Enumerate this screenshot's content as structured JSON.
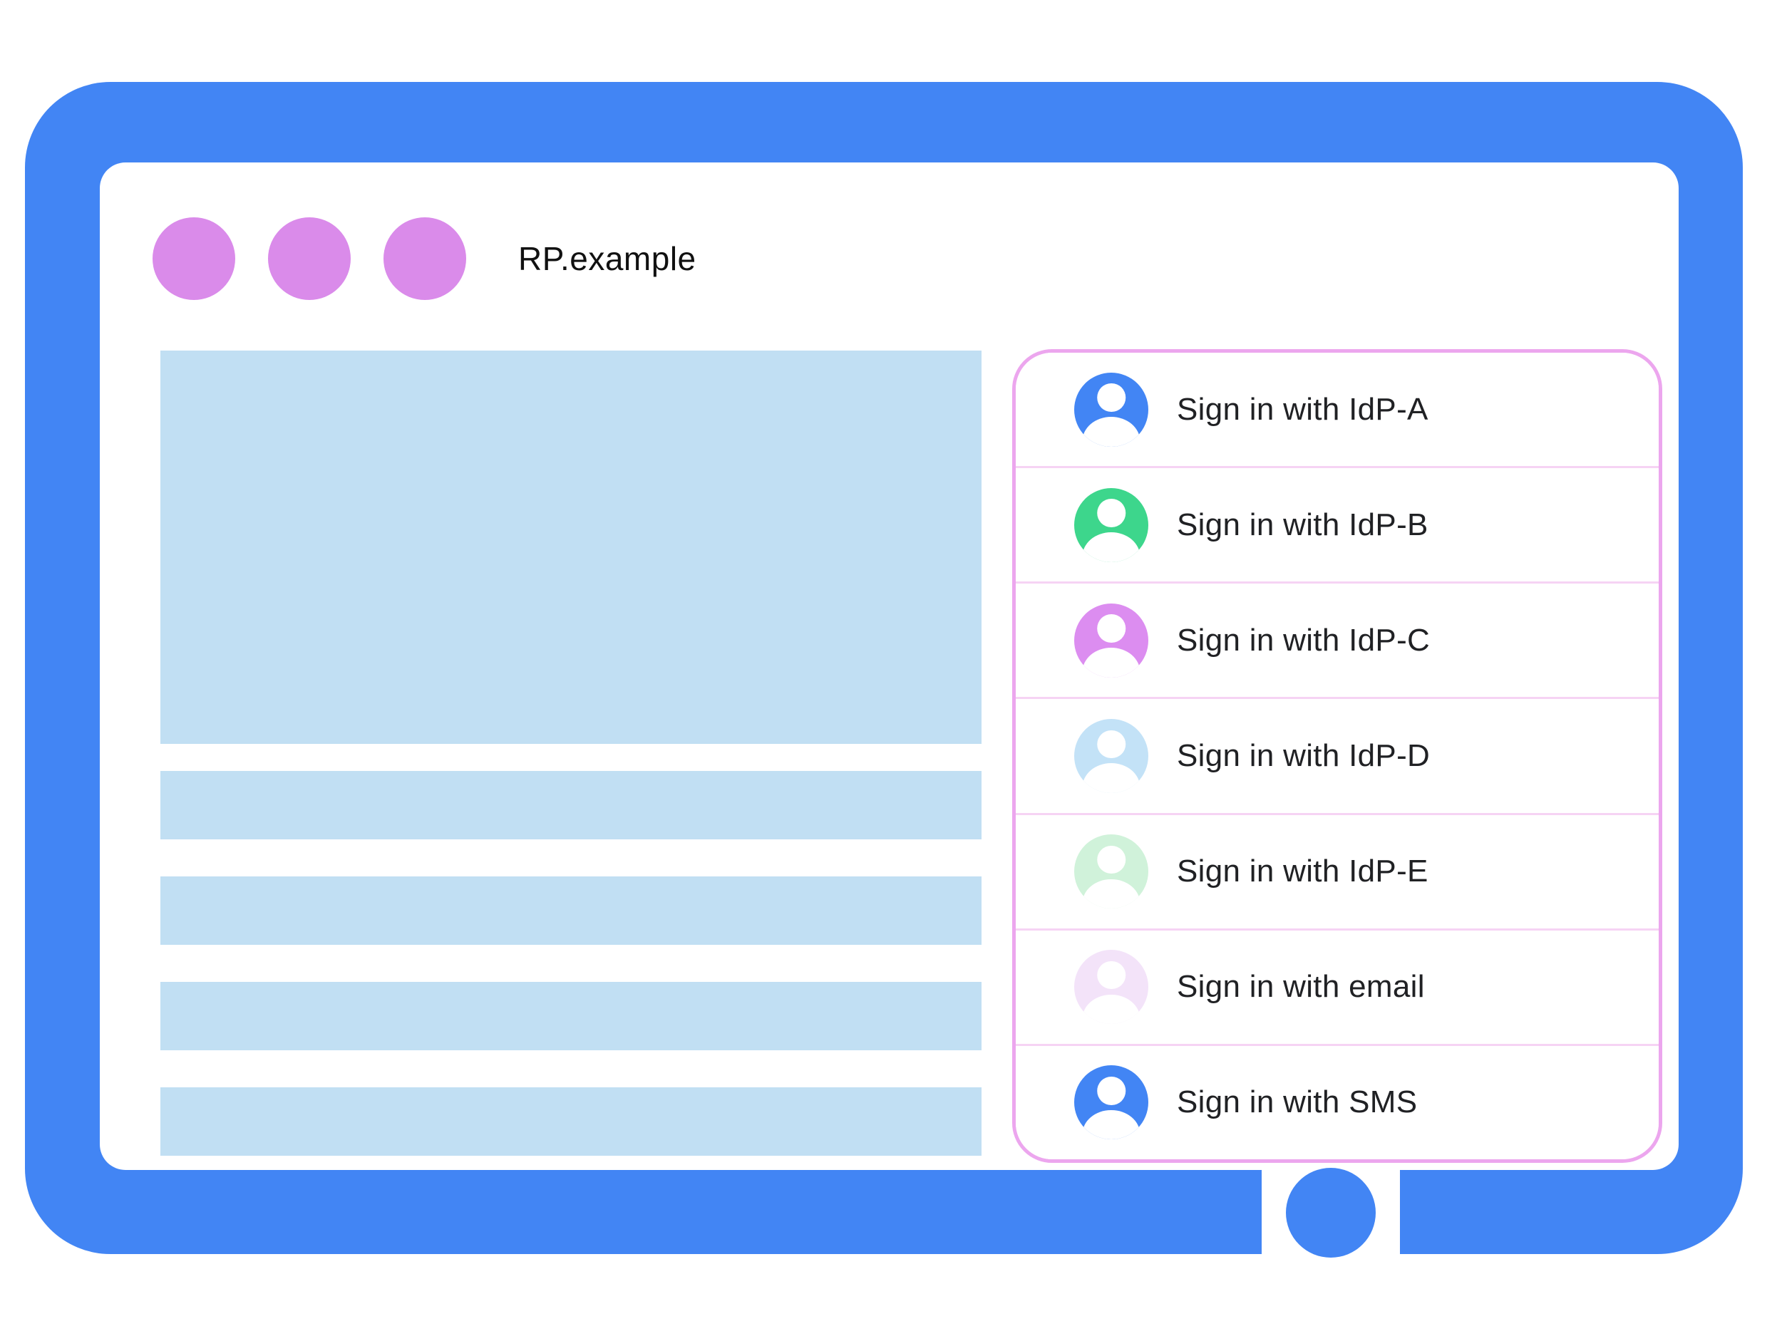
{
  "browser": {
    "title": "RP.example"
  },
  "colors": {
    "frame_blue": "#4285F4",
    "control_purple": "#DA8BEA",
    "placeholder_blue": "#C1DFF3",
    "panel_border_pink": "#ECA6EE",
    "divider_pink": "#F6D3F4",
    "text_dark": "#202124"
  },
  "signin_panel": {
    "items": [
      {
        "label": "Sign in with IdP-A",
        "avatar_color": "#4285F4"
      },
      {
        "label": "Sign in with IdP-B",
        "avatar_color": "#3DD68C"
      },
      {
        "label": "Sign in with IdP-C",
        "avatar_color": "#DC8DF0"
      },
      {
        "label": "Sign in with IdP-D",
        "avatar_color": "#C3E2F7"
      },
      {
        "label": "Sign in with IdP-E",
        "avatar_color": "#D0F2DA"
      },
      {
        "label": "Sign in with email",
        "avatar_color": "#F3E3F9"
      },
      {
        "label": "Sign in with SMS",
        "avatar_color": "#4285F4"
      }
    ]
  }
}
